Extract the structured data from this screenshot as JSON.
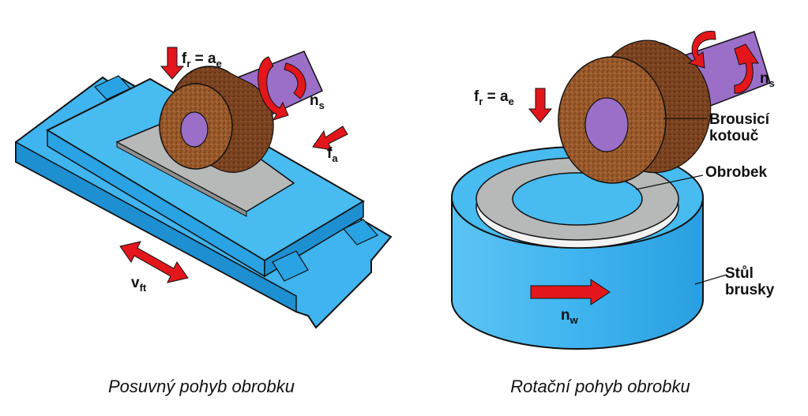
{
  "colors": {
    "table_blue": "#3fb4ef",
    "table_blue_dark": "#1e8fd0",
    "workpiece_gray": "#b7b9b8",
    "wheel_brown": "#9a5a2c",
    "wheel_brown_dark": "#6d3a18",
    "shaft_purple": "#9b6fc8",
    "arrow_red": "#e3161b",
    "outline": "#111111"
  },
  "left": {
    "caption": "Posuvný pohyb obrobku",
    "labels": {
      "fr": {
        "base": "f",
        "sub": "r",
        "eq": " = a",
        "sub2": "e"
      },
      "ns": {
        "base": "n",
        "sub": "s"
      },
      "fa": {
        "base": "f",
        "sub": "a"
      },
      "vft": {
        "base": "v",
        "sub": "ft"
      }
    }
  },
  "right": {
    "caption": "Rotační pohyb obrobku",
    "labels": {
      "fr": {
        "base": "f",
        "sub": "r",
        "eq": " = a",
        "sub2": "e"
      },
      "ns": {
        "base": "n",
        "sub": "s"
      },
      "nw": {
        "base": "n",
        "sub": "w"
      },
      "wheel_line1": "Brousicí",
      "wheel_line2": "kotouč",
      "workpiece": "Obrobek",
      "table_line1": "Stůl",
      "table_line2": "brusky"
    }
  }
}
